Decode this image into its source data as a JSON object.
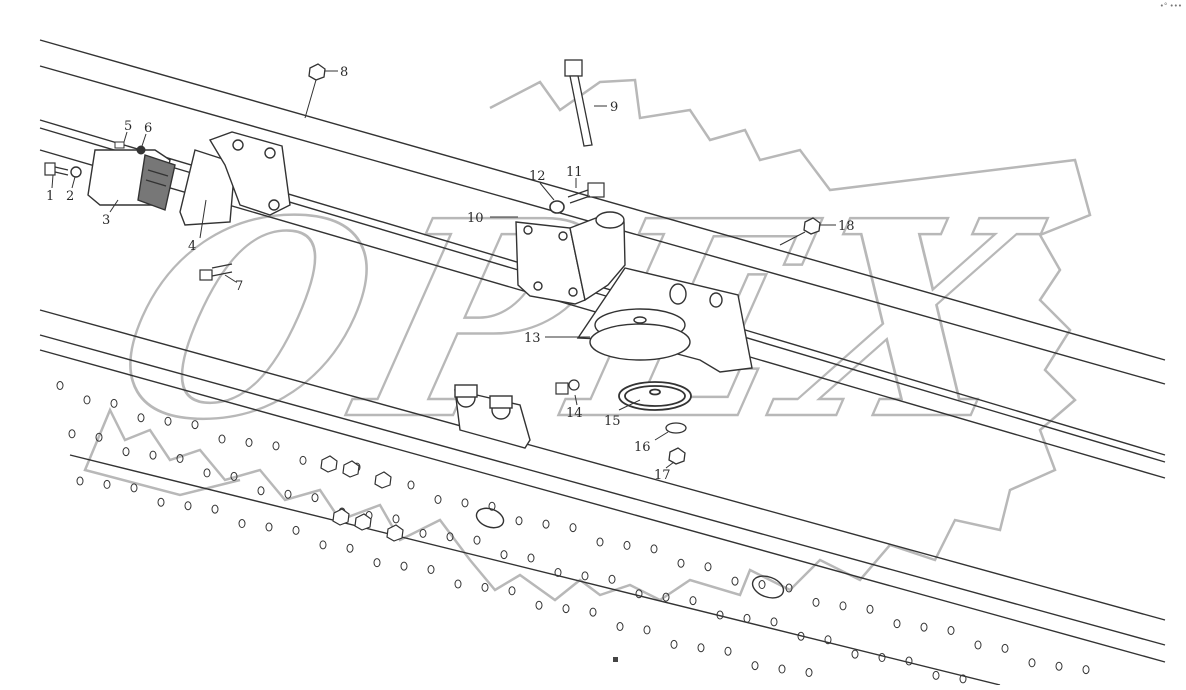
{
  "watermark": {
    "text": "OPEX",
    "color": "#b8b8b8"
  },
  "corner_mark": "•° •••",
  "callouts": [
    {
      "label": "1"
    },
    {
      "label": "2"
    },
    {
      "label": "3"
    },
    {
      "label": "4"
    },
    {
      "label": "5"
    },
    {
      "label": "6"
    },
    {
      "label": "7"
    },
    {
      "label": "8"
    },
    {
      "label": "9"
    },
    {
      "label": "10"
    },
    {
      "label": "11"
    },
    {
      "label": "12"
    },
    {
      "label": "13"
    },
    {
      "label": "14"
    },
    {
      "label": "15"
    },
    {
      "label": "16"
    },
    {
      "label": "17"
    },
    {
      "label": "18"
    }
  ],
  "colors": {
    "line": "#333333",
    "fill": "#ffffff",
    "shade": "#555555"
  }
}
